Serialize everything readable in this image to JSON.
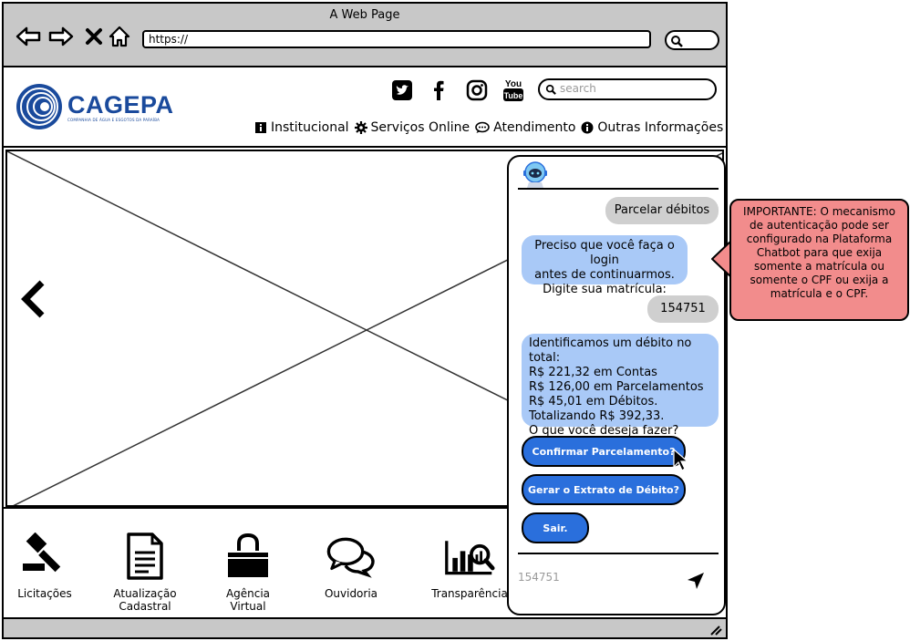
{
  "browser": {
    "title": "A Web Page",
    "url": "https://",
    "nav_icons": [
      "back-arrow-icon",
      "forward-arrow-icon",
      "close-x-icon",
      "home-icon"
    ]
  },
  "site": {
    "logo": {
      "name": "CAGEPA",
      "subtitle": "COMPANHIA DE ÁGUA E ESGOTOS DA PARAÍBA"
    },
    "social_icons": [
      "twitter-icon",
      "facebook-icon",
      "instagram-icon",
      "youtube-icon"
    ],
    "search_placeholder": "search",
    "menu": [
      {
        "label": "Institucional",
        "icon": "info-card-icon"
      },
      {
        "label": "Serviços Online",
        "icon": "gear-icon"
      },
      {
        "label": "Atendimento",
        "icon": "chat-icon"
      },
      {
        "label": "Outras Informações",
        "icon": "info-circle-icon"
      }
    ]
  },
  "services": [
    {
      "label": "Licitações",
      "icon": "gavel-icon"
    },
    {
      "label": "Atualização Cadastral",
      "icon": "document-icon"
    },
    {
      "label": "Agência Virtual",
      "icon": "shopping-bag-icon"
    },
    {
      "label": "Ouvidoria",
      "icon": "speech-bubbles-icon"
    },
    {
      "label": "Transparência",
      "icon": "chart-search-icon"
    }
  ],
  "chat": {
    "messages": [
      {
        "from": "user",
        "text": "Parcelar débitos"
      },
      {
        "from": "bot",
        "lines": [
          "Preciso que você faça o login",
          "antes de continuarmos.",
          "Digite sua matrícula:"
        ]
      },
      {
        "from": "user",
        "text": "154751"
      },
      {
        "from": "bot",
        "lines": [
          "Identificamos um débito no total:",
          "R$ 221,32 em Contas",
          "R$ 126,00 em Parcelamentos",
          "R$ 45,01 em Débitos.",
          "Totalizando R$ 392,33.",
          "O que você deseja fazer?"
        ]
      }
    ],
    "options": [
      "Confirmar Parcelamento?",
      "Gerar o Extrato de Débito?",
      "Sair."
    ],
    "input_value": "154751"
  },
  "callout": {
    "text": "IMPORTANTE: O mecanismo de autenticação pode ser configurado na Plataforma Chatbot para que exija somente a matrícula ou somente o CPF ou exija a matrícula e o CPF.",
    "color": "#f28c8c"
  },
  "colors": {
    "brand": "#1a4a9c",
    "bot_bubble": "#a9c9f7",
    "user_bubble": "#cfcfcf",
    "option_button": "#2a6fdc"
  }
}
